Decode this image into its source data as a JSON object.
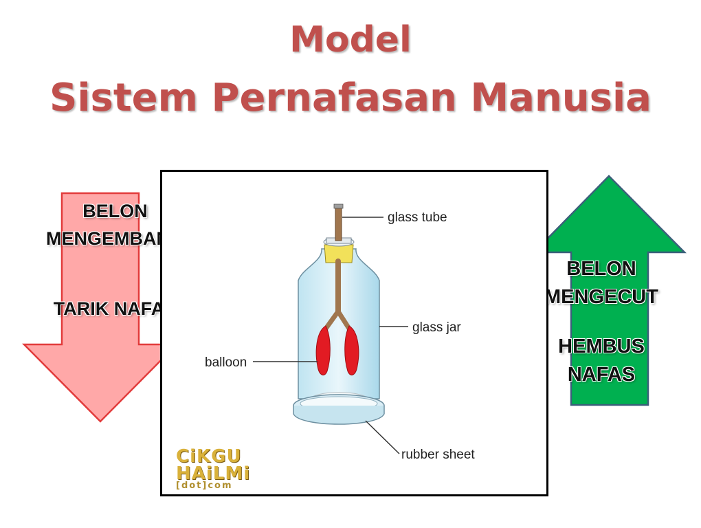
{
  "title": {
    "line1": "Model",
    "line2": "Sistem Pernafasan Manusia"
  },
  "left_arrow": {
    "line1": "BELON",
    "line2": "MENGEMBANG",
    "line3": "TARIK NAFAS",
    "color": "#ffa8a8"
  },
  "right_arrow": {
    "line1": "BELON",
    "line2": "MENGECUT",
    "line3": "HEMBUS",
    "line4": "NAFAS",
    "color": "#00b050"
  },
  "diagram": {
    "labels": {
      "glass_tube": "glass tube",
      "glass_jar": "glass jar",
      "balloon": "balloon",
      "rubber_sheet": "rubber sheet"
    }
  },
  "logo": {
    "line1": "CiKGU",
    "line2": "HAiLMi",
    "line3": "[dot]com"
  }
}
